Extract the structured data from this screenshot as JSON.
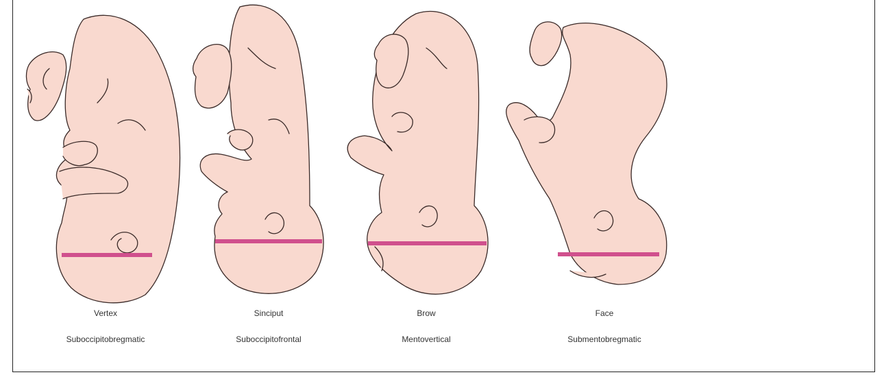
{
  "colors": {
    "skin": "#f9d9cf",
    "outline": "#3a2a28",
    "diameter_line": "#d0508d",
    "frame": "#222222"
  },
  "presentations": [
    {
      "presentation": "Vertex",
      "diameter": "Suboccipitobregmatic"
    },
    {
      "presentation": "Sinciput",
      "diameter": "Suboccipitofrontal"
    },
    {
      "presentation": "Brow",
      "diameter": "Mentovertical"
    },
    {
      "presentation": "Face",
      "diameter": "Submentobregmatic"
    }
  ]
}
